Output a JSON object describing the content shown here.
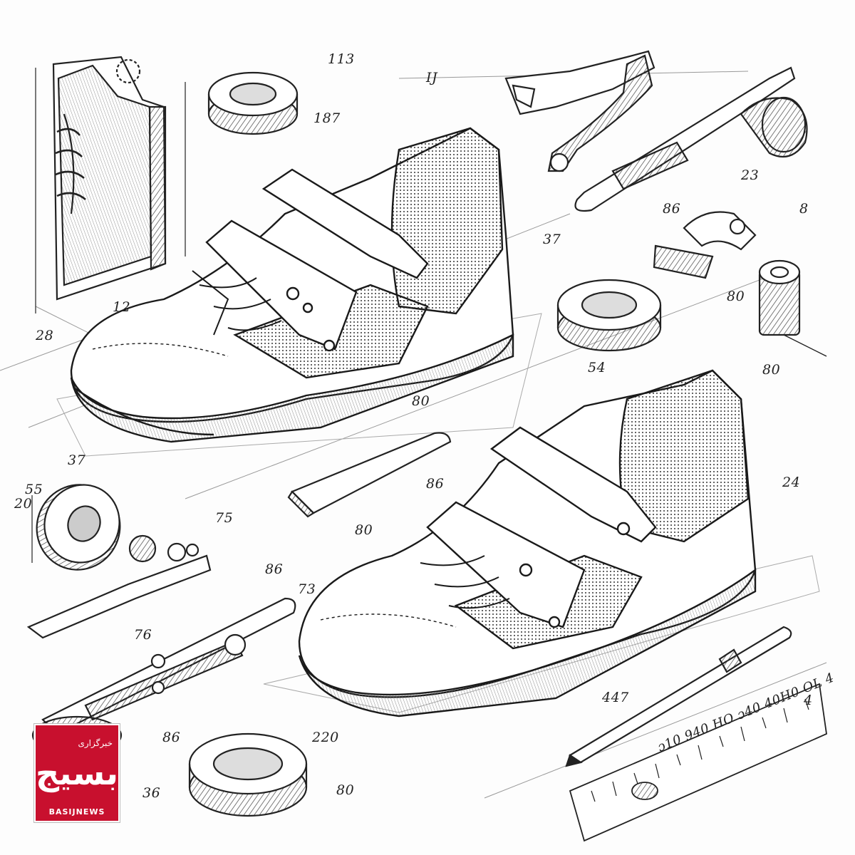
{
  "image": {
    "subject": "pencil sketch of sneakers with straps and mechanical parts",
    "style": "black and white ink sketch"
  },
  "labels": [
    "113",
    "IJ",
    "187",
    "23",
    "86",
    "37",
    "8",
    "80",
    "54",
    "80",
    "12",
    "28",
    "80",
    "37",
    "55",
    "20",
    "75",
    "86",
    "80",
    "86",
    "24",
    "73",
    "76",
    "86",
    "447",
    "220",
    "80",
    "36",
    "4"
  ],
  "ruler_text": "ɔ10 940 HO ɔ40 40H0 OL 4",
  "watermark": {
    "persian_small": "خبرگزاری",
    "persian_big": "بسیج",
    "brand": "BASIJNEWS"
  }
}
